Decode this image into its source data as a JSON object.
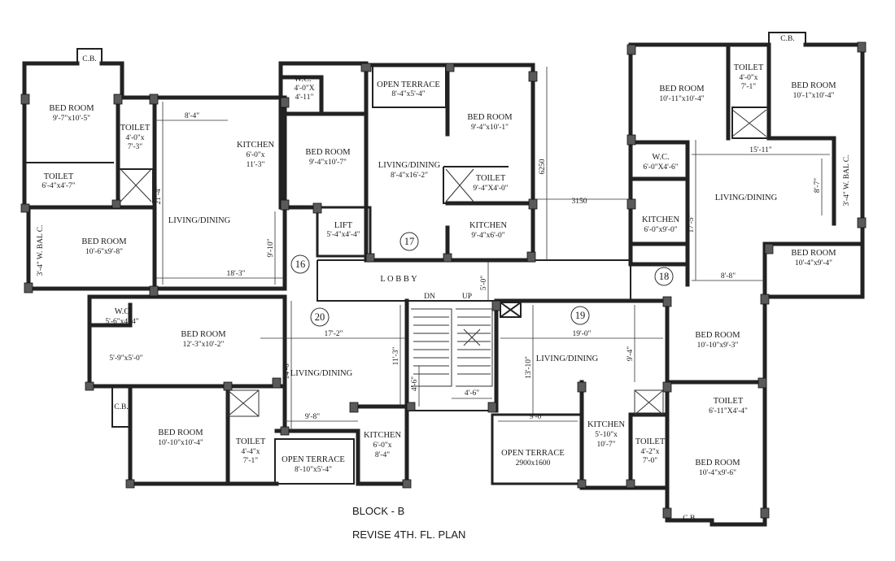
{
  "titles": {
    "block": "BLOCK - B",
    "plan": "REVISE 4TH. FL. PLAN"
  },
  "lobby": "L   O   B   B   Y",
  "stairs": {
    "dn": "DN",
    "up": "UP"
  },
  "units": {
    "u16": "16",
    "u17": "17",
    "u18": "18",
    "u19": "19",
    "u20": "20"
  },
  "rooms": {
    "r1": {
      "name": "BED ROOM",
      "dim": "9'-7\"x10'-5\""
    },
    "r2": {
      "name": "TOILET",
      "dim": "4'-0\"x",
      "dim2": "7'-3\""
    },
    "r3": {
      "name": "TOILET",
      "dim": "6'-4\"x4'-7\""
    },
    "r4": {
      "name": "BED ROOM",
      "dim": "10'-6\"x9'-8\""
    },
    "r5": {
      "name": "3'-4\" W. BAL C."
    },
    "r6": {
      "name": "LIVING/DINING"
    },
    "r7": {
      "name": "KITCHEN",
      "dim": "6'-0\"x",
      "dim2": "11'-3\""
    },
    "r8": {
      "name": "W.C.",
      "dim": "4'-0\"X",
      "dim2": "4'-11\""
    },
    "r9": {
      "name": "BED ROOM",
      "dim": "9'-4\"x10'-7\""
    },
    "r10": {
      "name": "OPEN TERRACE",
      "dim": "8'-4\"x5'-4\""
    },
    "r11": {
      "name": "BED ROOM",
      "dim": "9'-4\"x10'-1\""
    },
    "r12": {
      "name": "LIVING/DINING",
      "dim": "8'-4\"x16'-2\""
    },
    "r13": {
      "name": "TOILET",
      "dim": "9'-4\"X4'-0\""
    },
    "r14": {
      "name": "LIFT",
      "dim": "5'-4\"x4'-4\""
    },
    "r15": {
      "name": "KITCHEN",
      "dim": "9'-4\"x6'-0\""
    },
    "r16": {
      "name": "BED ROOM",
      "dim": "10'-11\"x10'-4\""
    },
    "r17": {
      "name": "TOILET",
      "dim": "4'-0\"x",
      "dim2": "7'-1\""
    },
    "r18": {
      "name": "BED ROOM",
      "dim": "10'-1\"x10'-4\""
    },
    "r19": {
      "name": "W.C.",
      "dim": "6'-0\"X4'-6\""
    },
    "r20": {
      "name": "LIVING/DINING"
    },
    "r21": {
      "name": "3'-4\" W. BAL C."
    },
    "r22": {
      "name": "KITCHEN",
      "dim": "6'-0\"x9'-0\""
    },
    "r23": {
      "name": "BED ROOM",
      "dim": "10'-4\"x9'-4\""
    },
    "r24": {
      "name": "W.C",
      "dim": "5'-6\"x4'-4\""
    },
    "r25": {
      "name": "BED ROOM",
      "dim": "12'-3\"x10'-2\""
    },
    "r26": {
      "dim": "5'-9\"x5'-0\""
    },
    "r27": {
      "name": "LIVING/DINING"
    },
    "r28": {
      "name": "BED ROOM",
      "dim": "10'-10\"x10'-4\""
    },
    "r29": {
      "name": "TOILET",
      "dim": "4'-4\"x",
      "dim2": "7'-1\""
    },
    "r30": {
      "name": "OPEN TERRACE",
      "dim": "8'-10\"x5'-4\""
    },
    "r31": {
      "name": "KITCHEN",
      "dim": "6'-0\"x",
      "dim2": "8'-4\""
    },
    "r32": {
      "name": "LIVING/DINING"
    },
    "r33": {
      "name": "OPEN TERRACE",
      "dim": "2900x1600"
    },
    "r34": {
      "name": "KITCHEN",
      "dim": "5'-10\"x",
      "dim2": "10'-7\""
    },
    "r35": {
      "name": "TOILET",
      "dim": "4'-2\"x",
      "dim2": "7'-0\""
    },
    "r36": {
      "name": "BED ROOM",
      "dim": "10'-10\"x9'-3\""
    },
    "r37": {
      "name": "TOILET",
      "dim": "6'-11\"X4'-4\""
    },
    "r38": {
      "name": "BED ROOM",
      "dim": "10'-4\"x9'-6\""
    }
  },
  "cb": {
    "c1": "C.B.",
    "c2": "C.B.",
    "c3": "C.B.",
    "c4": "C.B."
  },
  "dims": {
    "d1": "8'-4\"",
    "d2": "21'-4\"",
    "d3": "18'-3\"",
    "d4": "9'-10\"",
    "d5": "6250",
    "d6": "3150",
    "d7": "5'-0\"",
    "d8": "15'-11\"",
    "d9": "8'-7\"",
    "d10": "17'-5\"",
    "d11": "8'-8\"",
    "d12": "17'-2\"",
    "d13": "19'-0\"",
    "d14": "11'-3\"",
    "d15": "14'-6\"",
    "d16": "4'-6\"",
    "d17": "4'-6\"",
    "d18": "13'-10\"",
    "d19": "9'-4\"",
    "d20": "9'-8\"",
    "d21": "9'-0\""
  }
}
